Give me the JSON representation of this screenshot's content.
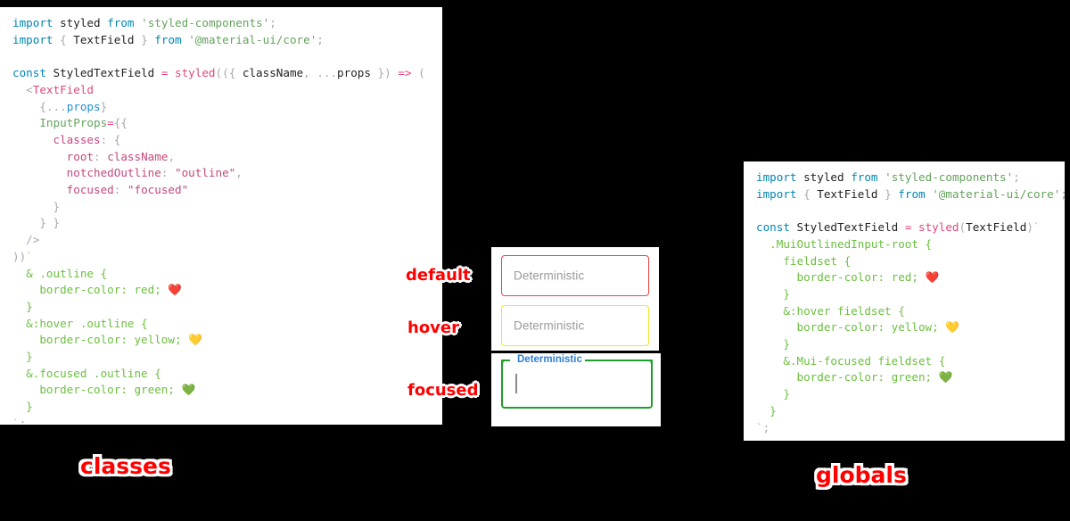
{
  "background_color": "#000000",
  "colors": {
    "keyword": "#0086b3",
    "string": "#63a35c",
    "function": "#e2467a",
    "variable": "#1e90d6",
    "property": "#63a35c",
    "object_key": "#c5477e",
    "css_literal": "#6bbf3e",
    "annotation_red": "#ff0000",
    "field_default_border": "#f04141",
    "field_hover_border": "#f2e529",
    "field_focused_border": "#1f9e2e",
    "field_focused_label": "#2f7fd4"
  },
  "panels": {
    "classes": {
      "caption": "classes",
      "code_lines": [
        [
          {
            "t": "import",
            "c": "t-kw"
          },
          {
            "t": " ",
            "c": "t-plain"
          },
          {
            "t": "styled",
            "c": "t-plain"
          },
          {
            "t": " ",
            "c": "t-plain"
          },
          {
            "t": "from",
            "c": "t-kw"
          },
          {
            "t": " ",
            "c": "t-plain"
          },
          {
            "t": "'styled-components'",
            "c": "t-str"
          },
          {
            "t": ";",
            "c": "t-punc"
          }
        ],
        [
          {
            "t": "import",
            "c": "t-kw"
          },
          {
            "t": " ",
            "c": "t-plain"
          },
          {
            "t": "{",
            "c": "t-punc"
          },
          {
            "t": " TextField ",
            "c": "t-plain"
          },
          {
            "t": "}",
            "c": "t-punc"
          },
          {
            "t": " ",
            "c": "t-plain"
          },
          {
            "t": "from",
            "c": "t-kw"
          },
          {
            "t": " ",
            "c": "t-plain"
          },
          {
            "t": "'@material-ui/core'",
            "c": "t-str"
          },
          {
            "t": ";",
            "c": "t-punc"
          }
        ],
        [],
        [
          {
            "t": "const",
            "c": "t-kw"
          },
          {
            "t": " StyledTextField ",
            "c": "t-plain"
          },
          {
            "t": "=",
            "c": "t-op"
          },
          {
            "t": " ",
            "c": "t-plain"
          },
          {
            "t": "styled",
            "c": "t-fn"
          },
          {
            "t": "((",
            "c": "t-punc"
          },
          {
            "t": "{",
            "c": "t-punc"
          },
          {
            "t": " className",
            "c": "t-plain"
          },
          {
            "t": ",",
            "c": "t-punc"
          },
          {
            "t": " ",
            "c": "t-plain"
          },
          {
            "t": "...",
            "c": "t-punc"
          },
          {
            "t": "props",
            "c": "t-plain"
          },
          {
            "t": " }",
            "c": "t-punc"
          },
          {
            "t": ")",
            "c": "t-punc"
          },
          {
            "t": " ",
            "c": "t-plain"
          },
          {
            "t": "=>",
            "c": "t-op"
          },
          {
            "t": " (",
            "c": "t-punc"
          }
        ],
        [
          {
            "t": "  ",
            "c": "t-plain"
          },
          {
            "t": "<",
            "c": "t-punc"
          },
          {
            "t": "TextField",
            "c": "t-fn"
          }
        ],
        [
          {
            "t": "    ",
            "c": "t-plain"
          },
          {
            "t": "{",
            "c": "t-punc"
          },
          {
            "t": "...",
            "c": "t-punc"
          },
          {
            "t": "props",
            "c": "t-var"
          },
          {
            "t": "}",
            "c": "t-punc"
          }
        ],
        [
          {
            "t": "    ",
            "c": "t-plain"
          },
          {
            "t": "InputProps",
            "c": "t-prop"
          },
          {
            "t": "=",
            "c": "t-op"
          },
          {
            "t": "{{",
            "c": "t-punc"
          }
        ],
        [
          {
            "t": "      ",
            "c": "t-plain"
          },
          {
            "t": "classes",
            "c": "t-key"
          },
          {
            "t": ": ",
            "c": "t-punc"
          },
          {
            "t": "{",
            "c": "t-punc"
          }
        ],
        [
          {
            "t": "        ",
            "c": "t-plain"
          },
          {
            "t": "root",
            "c": "t-key"
          },
          {
            "t": ": ",
            "c": "t-punc"
          },
          {
            "t": "className",
            "c": "t-key"
          },
          {
            "t": ",",
            "c": "t-punc"
          }
        ],
        [
          {
            "t": "        ",
            "c": "t-plain"
          },
          {
            "t": "notchedOutline",
            "c": "t-key"
          },
          {
            "t": ": ",
            "c": "t-punc"
          },
          {
            "t": "\"outline\"",
            "c": "t-key"
          },
          {
            "t": ",",
            "c": "t-punc"
          }
        ],
        [
          {
            "t": "        ",
            "c": "t-plain"
          },
          {
            "t": "focused",
            "c": "t-key"
          },
          {
            "t": ": ",
            "c": "t-punc"
          },
          {
            "t": "\"focused\"",
            "c": "t-key"
          }
        ],
        [
          {
            "t": "      ",
            "c": "t-plain"
          },
          {
            "t": "}",
            "c": "t-punc"
          }
        ],
        [
          {
            "t": "    ",
            "c": "t-plain"
          },
          {
            "t": "} }",
            "c": "t-punc"
          }
        ],
        [
          {
            "t": "  ",
            "c": "t-plain"
          },
          {
            "t": "/>",
            "c": "t-punc"
          }
        ],
        [
          {
            "t": "))",
            "c": "t-punc"
          },
          {
            "t": "`",
            "c": "t-cssdim"
          }
        ],
        [
          {
            "t": "  & .outline {",
            "c": "t-css"
          }
        ],
        [
          {
            "t": "    border-color: red; ",
            "c": "t-css"
          },
          {
            "t": "❤️",
            "c": "emoji"
          }
        ],
        [
          {
            "t": "  }",
            "c": "t-css"
          }
        ],
        [
          {
            "t": "  &:hover .outline {",
            "c": "t-css"
          }
        ],
        [
          {
            "t": "    border-color: yellow; ",
            "c": "t-css"
          },
          {
            "t": "💛",
            "c": "emoji"
          }
        ],
        [
          {
            "t": "  }",
            "c": "t-css"
          }
        ],
        [
          {
            "t": "  &.focused .outline {",
            "c": "t-css"
          }
        ],
        [
          {
            "t": "    border-color: green; ",
            "c": "t-css"
          },
          {
            "t": "💚",
            "c": "emoji"
          }
        ],
        [
          {
            "t": "  }",
            "c": "t-css"
          }
        ],
        [
          {
            "t": "`",
            "c": "t-cssdim"
          },
          {
            "t": ";",
            "c": "t-punc"
          }
        ]
      ]
    },
    "globals": {
      "caption": "globals",
      "code_lines": [
        [
          {
            "t": "import",
            "c": "t-kw"
          },
          {
            "t": " ",
            "c": "t-plain"
          },
          {
            "t": "styled",
            "c": "t-plain"
          },
          {
            "t": " ",
            "c": "t-plain"
          },
          {
            "t": "from",
            "c": "t-kw"
          },
          {
            "t": " ",
            "c": "t-plain"
          },
          {
            "t": "'styled-components'",
            "c": "t-str"
          },
          {
            "t": ";",
            "c": "t-punc"
          }
        ],
        [
          {
            "t": "import",
            "c": "t-kw"
          },
          {
            "t": " ",
            "c": "t-plain"
          },
          {
            "t": "{",
            "c": "t-punc"
          },
          {
            "t": " TextField ",
            "c": "t-plain"
          },
          {
            "t": "}",
            "c": "t-punc"
          },
          {
            "t": " ",
            "c": "t-plain"
          },
          {
            "t": "from",
            "c": "t-kw"
          },
          {
            "t": " ",
            "c": "t-plain"
          },
          {
            "t": "'@material-ui/core'",
            "c": "t-str"
          },
          {
            "t": ";",
            "c": "t-punc"
          }
        ],
        [],
        [
          {
            "t": "const",
            "c": "t-kw"
          },
          {
            "t": " StyledTextField ",
            "c": "t-plain"
          },
          {
            "t": "=",
            "c": "t-op"
          },
          {
            "t": " ",
            "c": "t-plain"
          },
          {
            "t": "styled",
            "c": "t-fn"
          },
          {
            "t": "(",
            "c": "t-punc"
          },
          {
            "t": "TextField",
            "c": "t-plain"
          },
          {
            "t": ")",
            "c": "t-punc"
          },
          {
            "t": "`",
            "c": "t-cssdim"
          }
        ],
        [
          {
            "t": "  .MuiOutlinedInput-root {",
            "c": "t-css"
          }
        ],
        [
          {
            "t": "    fieldset {",
            "c": "t-css"
          }
        ],
        [
          {
            "t": "      border-color: red; ",
            "c": "t-css"
          },
          {
            "t": "❤️",
            "c": "emoji"
          }
        ],
        [
          {
            "t": "    }",
            "c": "t-css"
          }
        ],
        [
          {
            "t": "    &:hover fieldset {",
            "c": "t-css"
          }
        ],
        [
          {
            "t": "      border-color: yellow; ",
            "c": "t-css"
          },
          {
            "t": "💛",
            "c": "emoji"
          }
        ],
        [
          {
            "t": "    }",
            "c": "t-css"
          }
        ],
        [
          {
            "t": "    &.Mui-focused fieldset {",
            "c": "t-css"
          }
        ],
        [
          {
            "t": "      border-color: green; ",
            "c": "t-css"
          },
          {
            "t": "💚",
            "c": "emoji"
          }
        ],
        [
          {
            "t": "    }",
            "c": "t-css"
          }
        ],
        [
          {
            "t": "  }",
            "c": "t-css"
          }
        ],
        [
          {
            "t": "`",
            "c": "t-cssdim"
          },
          {
            "t": ";",
            "c": "t-punc"
          }
        ]
      ]
    }
  },
  "demo": {
    "fields": [
      {
        "state": "default",
        "annotation": "default",
        "value": "",
        "placeholder": "Deterministic",
        "display_text": "Deterministic",
        "border_color": "#f04141"
      },
      {
        "state": "hover",
        "annotation": "hover",
        "value": "",
        "placeholder": "Deterministic",
        "display_text": "Deterministic",
        "border_color": "#f2e529"
      },
      {
        "state": "focused",
        "annotation": "focused",
        "value": "",
        "label": "Deterministic",
        "border_color": "#1f9e2e",
        "label_color": "#2f7fd4"
      }
    ]
  }
}
